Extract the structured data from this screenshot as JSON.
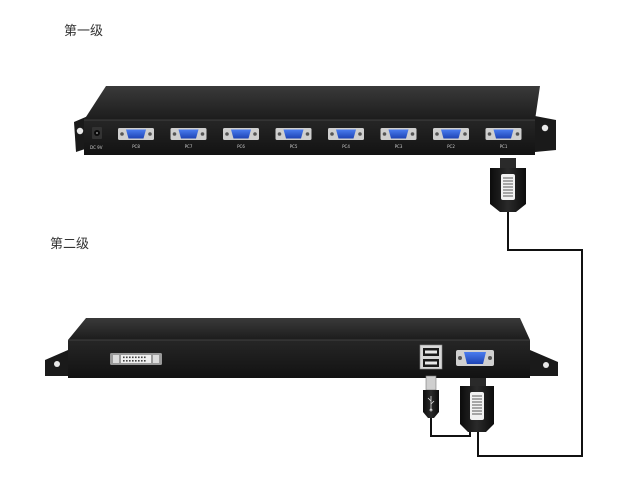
{
  "levels": {
    "first": "第一级",
    "second": "第二级"
  },
  "first_level_kvm": {
    "power_label": "DC 9V",
    "pc_ports": [
      "PC8",
      "PC7",
      "PC6",
      "PC5",
      "PC4",
      "PC3",
      "PC2",
      "PC1"
    ]
  },
  "second_level_kvm": {
    "ports": [
      "dvi-port",
      "usb-ports",
      "vga-port"
    ]
  },
  "colors": {
    "chassis": "#1e1e1e",
    "vga_port": "#2f5fd8",
    "cable": "#111111"
  },
  "icons": [
    "vga-connector-icon",
    "usb-connector-icon",
    "dvi-port-icon",
    "power-jack-icon"
  ]
}
